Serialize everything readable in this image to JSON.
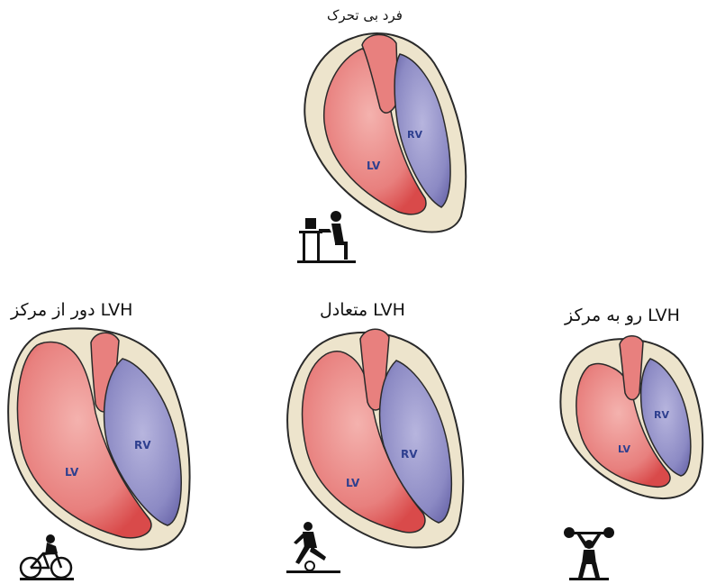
{
  "titles": {
    "sedentary": "فرد بی تحرک",
    "eccentric": "LVH دور از مرکز",
    "balanced": "LVH متعادل",
    "concentric": "LVH رو به مرکز"
  },
  "chambers": {
    "lv": "LV",
    "rv": "RV"
  },
  "colors": {
    "lv": "#e8807e",
    "rv": "#8c8ac4",
    "wall": "#ede4cc",
    "outline": "#2a2a2a",
    "chamber_text": "#2e3f8f"
  },
  "icons": {
    "sedentary": "person-at-computer-icon",
    "eccentric": "cyclist-icon",
    "balanced": "soccer-player-icon",
    "concentric": "weightlifter-icon"
  }
}
